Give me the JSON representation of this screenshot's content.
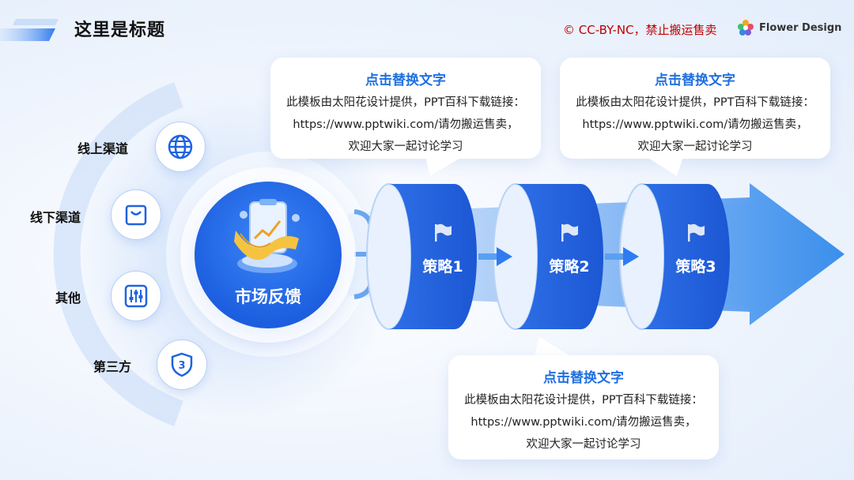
{
  "header": {
    "title": "这里是标题",
    "copyright": "© CC-BY-NC，禁止搬运售卖",
    "brand_name": "Flower Design"
  },
  "channels": [
    {
      "label": "线上渠道",
      "icon": "globe-icon"
    },
    {
      "label": "线下渠道",
      "icon": "shopping-bag-icon"
    },
    {
      "label": "其他",
      "icon": "sliders-icon"
    },
    {
      "label": "第三方",
      "icon": "shield-number-icon"
    }
  ],
  "hub": {
    "label": "市场反馈",
    "icon": "clipboard-chart-icon"
  },
  "strategies": [
    {
      "label": "策略1",
      "icon": "flag-icon"
    },
    {
      "label": "策略2",
      "icon": "flag-icon"
    },
    {
      "label": "策略3",
      "icon": "flag-icon"
    }
  ],
  "callouts": [
    {
      "title": "点击替换文字",
      "lines": [
        "此模板由太阳花设计提供，PPT百科下载链接：",
        "https://www.pptwiki.com/请勿搬运售卖，",
        "欢迎大家一起讨论学习"
      ]
    },
    {
      "title": "点击替换文字",
      "lines": [
        "此模板由太阳花设计提供，PPT百科下载链接：",
        "https://www.pptwiki.com/请勿搬运售卖，",
        "欢迎大家一起讨论学习"
      ]
    },
    {
      "title": "点击替换文字",
      "lines": [
        "此模板由太阳花设计提供，PPT百科下载链接：",
        "https://www.pptwiki.com/请勿搬运售卖，",
        "欢迎大家一起讨论学习"
      ]
    }
  ],
  "colors": {
    "primary": "#1f6fe0",
    "accent_red": "#c00000",
    "light_blue": "#cfe0fb"
  }
}
